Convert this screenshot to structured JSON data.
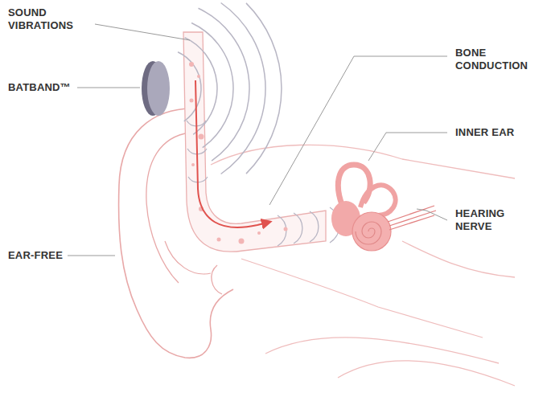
{
  "diagram": {
    "labels": [
      "SOUND VIBRATIONS",
      "BATBAND™",
      "EAR-FREE",
      "BONE CONDUCTION",
      "INNER EAR",
      "HEARING NERVE"
    ]
  }
}
